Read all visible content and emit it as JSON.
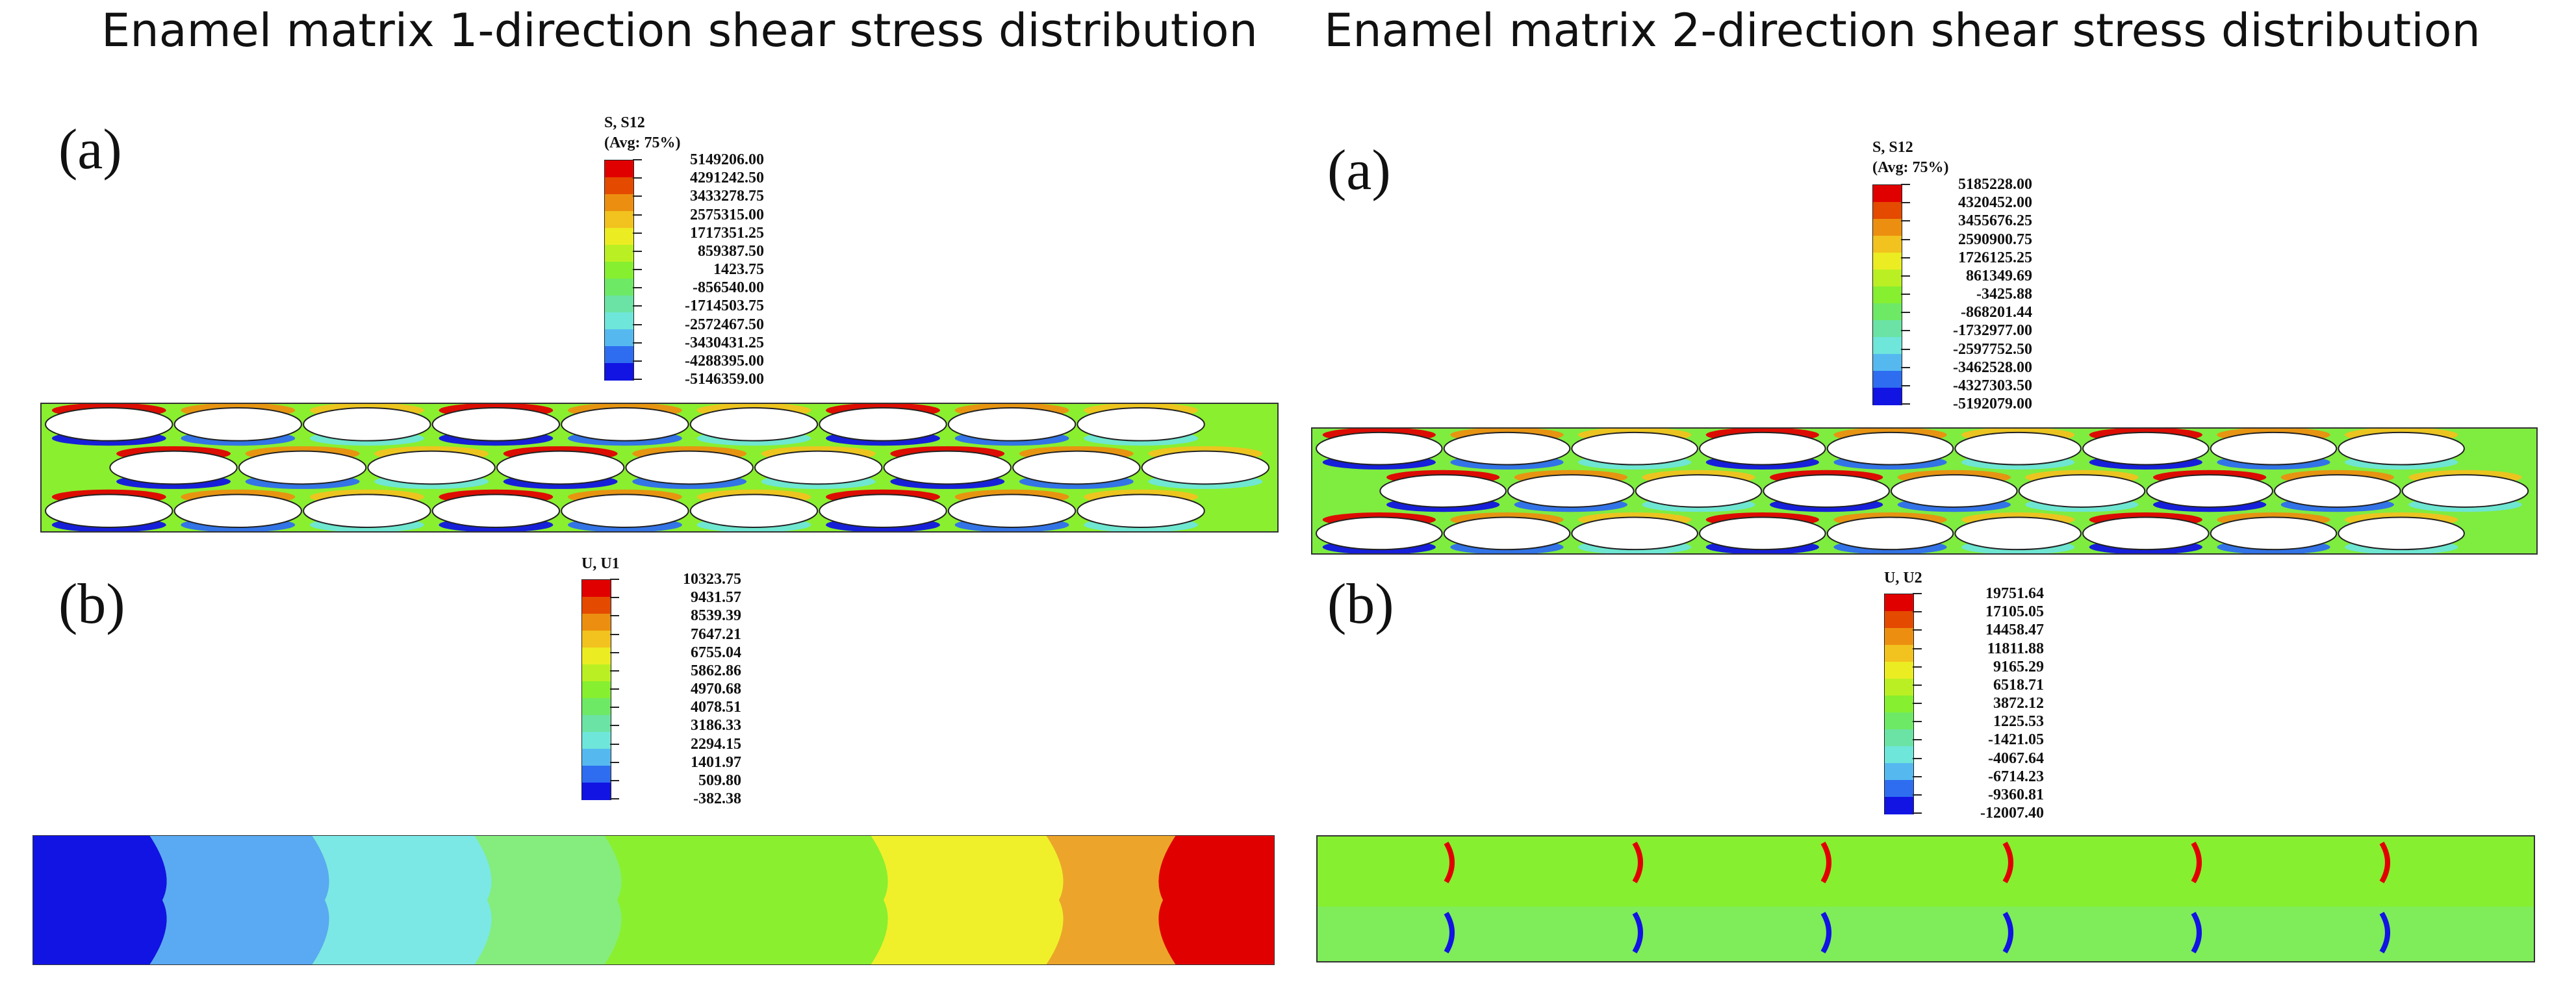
{
  "titles": {
    "left": "Enamel matrix 1-direction shear stress distribution",
    "right": "Enamel matrix 2-direction shear stress distribution"
  },
  "panel_labels": {
    "a": "(a)",
    "b": "(b)"
  },
  "legend_colors": [
    "#e10000",
    "#e44a00",
    "#ec8f10",
    "#f2c21f",
    "#ecec22",
    "#baf023",
    "#86ef30",
    "#6ee965",
    "#6be3a4",
    "#6ee6da",
    "#55b9f0",
    "#2e6df0",
    "#1114e3"
  ],
  "left": {
    "a": {
      "head1": "S, S12",
      "head2": "(Avg: 75%)",
      "values": [
        "5149206.00",
        "4291242.50",
        "3433278.75",
        "2575315.00",
        "1717351.25",
        "859387.50",
        "1423.75",
        "-856540.00",
        "-1714503.75",
        "-2572467.50",
        "-3430431.25",
        "-4288395.00",
        "-5146359.00"
      ]
    },
    "b": {
      "head1": "U, U1",
      "values": [
        "10323.75",
        "9431.57",
        "8539.39",
        "7647.21",
        "6755.04",
        "5862.86",
        "4970.68",
        "4078.51",
        "3186.33",
        "2294.15",
        "1401.97",
        "509.80",
        "-382.38"
      ]
    }
  },
  "right": {
    "a": {
      "head1": "S, S12",
      "head2": "(Avg: 75%)",
      "values": [
        "5185228.00",
        "4320452.00",
        "3455676.25",
        "2590900.75",
        "1726125.25",
        "861349.69",
        "-3425.88",
        "-868201.44",
        "-1732977.00",
        "-2597752.50",
        "-3462528.00",
        "-4327303.50",
        "-5192079.00"
      ]
    },
    "b": {
      "head1": "U, U2",
      "values": [
        "19751.64",
        "17105.05",
        "14458.47",
        "11811.88",
        "9165.29",
        "6518.71",
        "3872.12",
        "1225.53",
        "-1421.05",
        "-4067.64",
        "-6714.23",
        "-9360.81",
        "-12007.40"
      ]
    }
  }
}
